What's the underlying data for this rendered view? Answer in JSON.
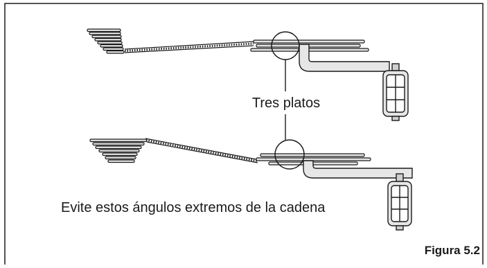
{
  "labels": {
    "three_chainrings": "Tres platos",
    "avoid_angles": "Evite estos ángulos extremos de la cadena",
    "figure_number": "Figura 5.2"
  },
  "colors": {
    "stroke": "#1a1a1a",
    "fill_light": "#e6e6e6",
    "fill_mid": "#cfcfcf",
    "background": "#ffffff"
  }
}
